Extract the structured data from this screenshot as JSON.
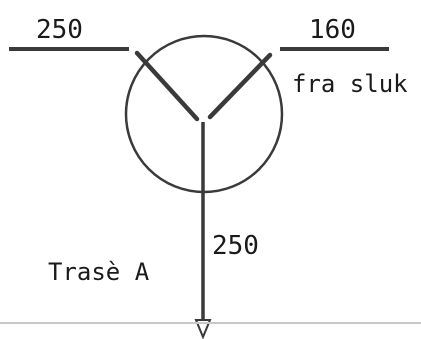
{
  "labels": {
    "inlet_left_size": "250",
    "inlet_right_size": "160",
    "inlet_right_source": "fra sluk",
    "outlet_size": "250",
    "outlet_trace": "Trasè A"
  },
  "colors": {
    "line": "#3a3a3a",
    "frame": "#c8c8c8",
    "background": "#ffffff"
  }
}
